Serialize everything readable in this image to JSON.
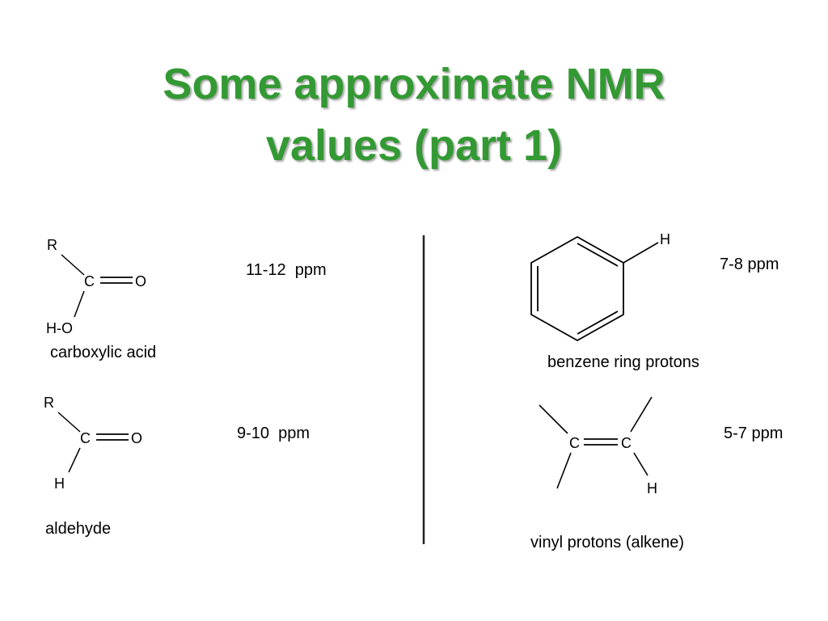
{
  "slide": {
    "title_line1": "Some approximate NMR",
    "title_line2": "values (part 1)",
    "title_color": "#339933"
  },
  "carboxylic_acid": {
    "atom_r": "R",
    "atom_c": "C",
    "atom_o": "O",
    "atom_ho": "H-O",
    "caption": "carboxylic acid",
    "shift": "11-12  ppm"
  },
  "aldehyde": {
    "atom_r": "R",
    "atom_c": "C",
    "atom_o": "O",
    "atom_h": "H",
    "caption": "aldehyde",
    "shift": "9-10  ppm"
  },
  "benzene": {
    "atom_h": "H",
    "caption": "benzene ring protons",
    "shift": "7-8 ppm"
  },
  "vinyl": {
    "atom_c1": "C",
    "atom_c2": "C",
    "atom_h": "H",
    "caption": "vinyl protons (alkene)",
    "shift": "5-7 ppm"
  }
}
